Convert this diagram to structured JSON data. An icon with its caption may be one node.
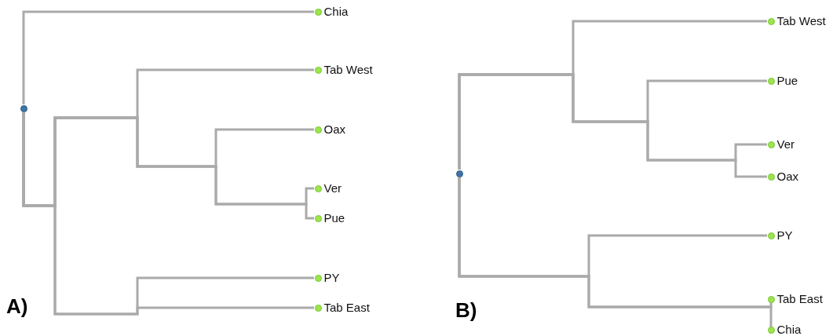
{
  "diagram": {
    "nodes": [
      {
        "text": [],
        "shape": "circle"
      },
      {
        "text": [
          "Chia"
        ]
      },
      {
        "text": [
          "Tab West"
        ]
      },
      {
        "text": [
          "Oax"
        ]
      },
      {
        "text": [
          "Ver"
        ]
      },
      {
        "text": [
          "Pue"
        ]
      },
      {
        "text": [
          "PY"
        ]
      },
      {
        "text": [
          "Tab East"
        ]
      },
      {
        "text": [],
        "shape": "circle"
      },
      {
        "text": [
          "Tab West"
        ]
      },
      {
        "text": [
          "Pue"
        ]
      },
      {
        "text": [
          "Ver"
        ]
      },
      {
        "text": [
          "Oax"
        ]
      },
      {
        "text": [
          "PY"
        ]
      },
      {
        "text": [
          "Tab East"
        ]
      },
      {
        "text": [
          "Chia"
        ]
      }
    ],
    "edges": [
      {
        "from": 0,
        "to": 1,
        "arrow": "none"
      },
      {
        "from": 0,
        "to": 2,
        "arrow": "none"
      },
      {
        "from": 0,
        "to": 3,
        "arrow": "none"
      },
      {
        "from": 0,
        "to": 4,
        "arrow": "none"
      },
      {
        "from": 0,
        "to": 5,
        "arrow": "none"
      },
      {
        "from": 0,
        "to": 6,
        "arrow": "none"
      },
      {
        "from": 0,
        "to": 7,
        "arrow": "none"
      },
      {
        "from": 8,
        "to": 9,
        "arrow": "none"
      },
      {
        "from": 8,
        "to": 10,
        "arrow": "none"
      },
      {
        "from": 8,
        "to": 11,
        "arrow": "none"
      },
      {
        "from": 8,
        "to": 12,
        "arrow": "none"
      },
      {
        "from": 8,
        "to": 13,
        "arrow": "none"
      },
      {
        "from": 8,
        "to": 14,
        "arrow": "none"
      },
      {
        "from": 8,
        "to": 15,
        "arrow": "none"
      }
    ],
    "labels": [
      "A)",
      "B)"
    ]
  }
}
